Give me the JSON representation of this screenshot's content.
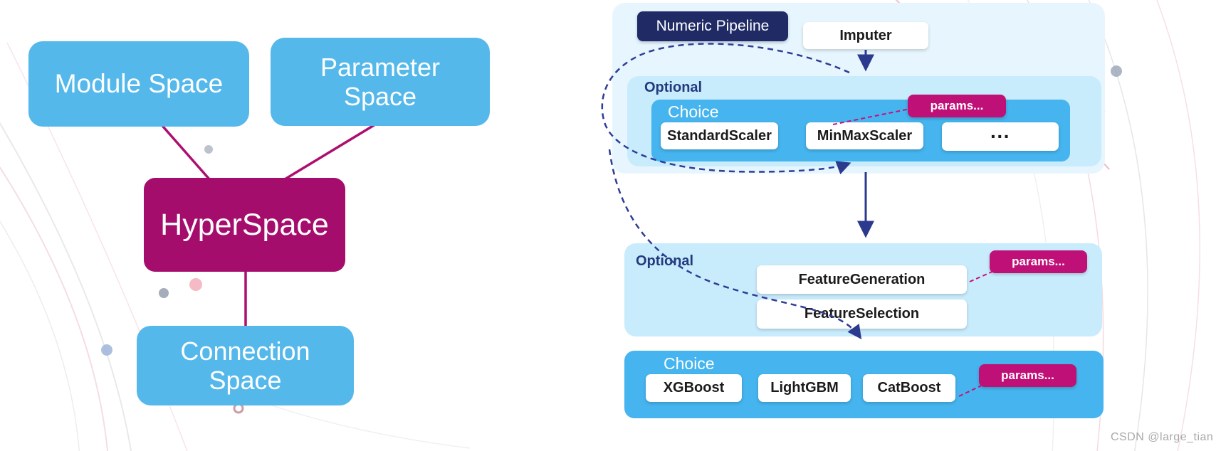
{
  "left_diagram": {
    "module_space": "Module Space",
    "parameter_space": "Parameter Space",
    "hyperspace": "HyperSpace",
    "connection_space": "Connection Space"
  },
  "pipeline": {
    "title": "Numeric Pipeline",
    "imputer": "Imputer",
    "scaler_section": {
      "optional_label": "Optional",
      "choice_label": "Choice",
      "items": [
        "StandardScaler",
        "MinMaxScaler",
        "···"
      ],
      "params": "params..."
    },
    "feature_section": {
      "optional_label": "Optional",
      "items": [
        "FeatureGeneration",
        "FeatureSelection"
      ],
      "params": "params..."
    },
    "model_section": {
      "choice_label": "Choice",
      "items": [
        "XGBoost",
        "LightGBM",
        "CatBoost"
      ],
      "params": "params..."
    }
  },
  "watermark": "CSDN @large_tian",
  "colors": {
    "blue_box": "#54b8eb",
    "choice_blue": "#46b4ee",
    "optional_blue": "#c9ecfd",
    "outer_blue": "#e7f6fe",
    "navy": "#202b66",
    "magenta": "#a50d6d",
    "params_magenta": "#bf1077",
    "arrow_navy": "#2b3a8d",
    "connector_magenta": "#c4127c"
  }
}
